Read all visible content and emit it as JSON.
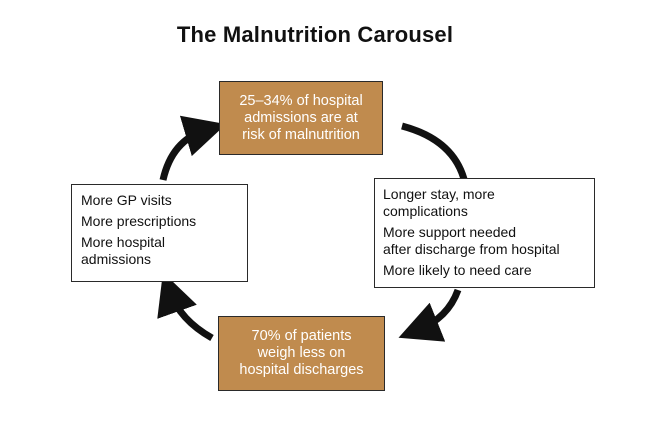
{
  "title": "The Malnutrition Carousel",
  "colors": {
    "box_fill": "#c08b4e",
    "arrow": "#111111",
    "border": "#2a2a2a"
  },
  "nodes": {
    "top": {
      "lines": [
        "25–34% of hospital",
        "admissions are at",
        "risk of malnutrition"
      ]
    },
    "right": {
      "items": [
        [
          "Longer stay, more",
          "complications"
        ],
        [
          "More support needed",
          "after discharge from hospital"
        ],
        [
          "More likely to need care"
        ]
      ]
    },
    "bottom": {
      "lines": [
        "70% of patients",
        "weigh less on",
        "hospital discharges"
      ]
    },
    "left": {
      "items": [
        [
          "More GP visits"
        ],
        [
          "More prescriptions"
        ],
        [
          "More hospital",
          "admissions"
        ]
      ]
    }
  }
}
